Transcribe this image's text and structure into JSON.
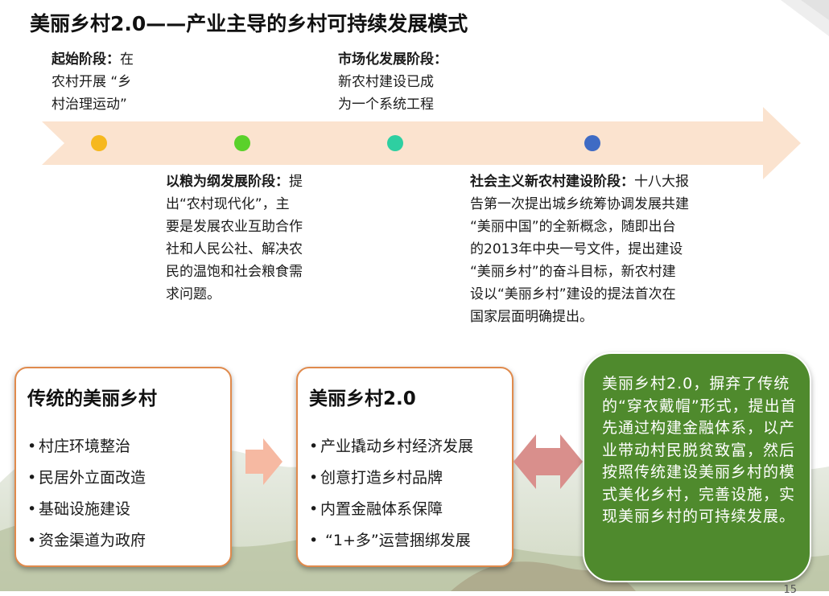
{
  "title": "美丽乡村2.0——产业主导的乡村可持续发展模式",
  "timeline": {
    "stages": [
      {
        "head": "起始阶段：",
        "text_lines": [
          "在",
          "农村开展 “乡",
          "村治理运动”"
        ],
        "dot_color": "#f6b81e"
      },
      {
        "head": "以粮为纲发展阶段：",
        "text_lines": [
          "提",
          "出“农村现代化”，主",
          "要是发展农业互助合作",
          "社和人民公社、解决农",
          "民的温饱和社会粮食需",
          "求问题。"
        ],
        "dot_color": "#5ad12a"
      },
      {
        "head": "市场化发展阶段：",
        "text_lines": [
          "",
          "新农村建设已成",
          "为一个系统工程"
        ],
        "dot_color": "#2ecfa1"
      },
      {
        "head": "社会主义新农村建设阶段：",
        "text_lines": [
          "十八大报",
          "告第一次提出城乡统筹协调发展共建",
          "“美丽中国”的全新概念，随即出台",
          "的2013年中央一号文件，提出建设",
          "“美丽乡村”的奋斗目标，新农村建",
          "设以“美丽乡村”建设的提法首次在",
          "国家层面明确提出。"
        ],
        "dot_color": "#3f6bc4"
      }
    ],
    "arrow_color": "#fbe3cf"
  },
  "box_traditional": {
    "title": "传统的美丽乡村",
    "bullet": "•",
    "items": [
      "村庄环境整治",
      "民居外立面改造",
      "基础设施建设",
      "资金渠道为政府"
    ]
  },
  "box_v2": {
    "title": "美丽乡村2.0",
    "bullet": "•",
    "items": [
      "产业撬动乡村经济发展",
      "创意打造乡村品牌",
      "内置金融体系保障",
      " “1+多”运营捆绑发展"
    ]
  },
  "summary": {
    "text": "美丽乡村2.0，摒弃了传统的“穿衣戴帽”形式，提出首先通过构建金融体系，以产业带动村民脱贫致富，然后按照传统建设美丽乡村的模式美化乡村，完善设施，实现美丽乡村的可持续发展。"
  },
  "page_number": "15",
  "colors": {
    "box_border": "#e08a4c",
    "green": "#4f8a2d",
    "right_arrow": "#f6b9a2",
    "double_arrow": "#d98f8c"
  }
}
